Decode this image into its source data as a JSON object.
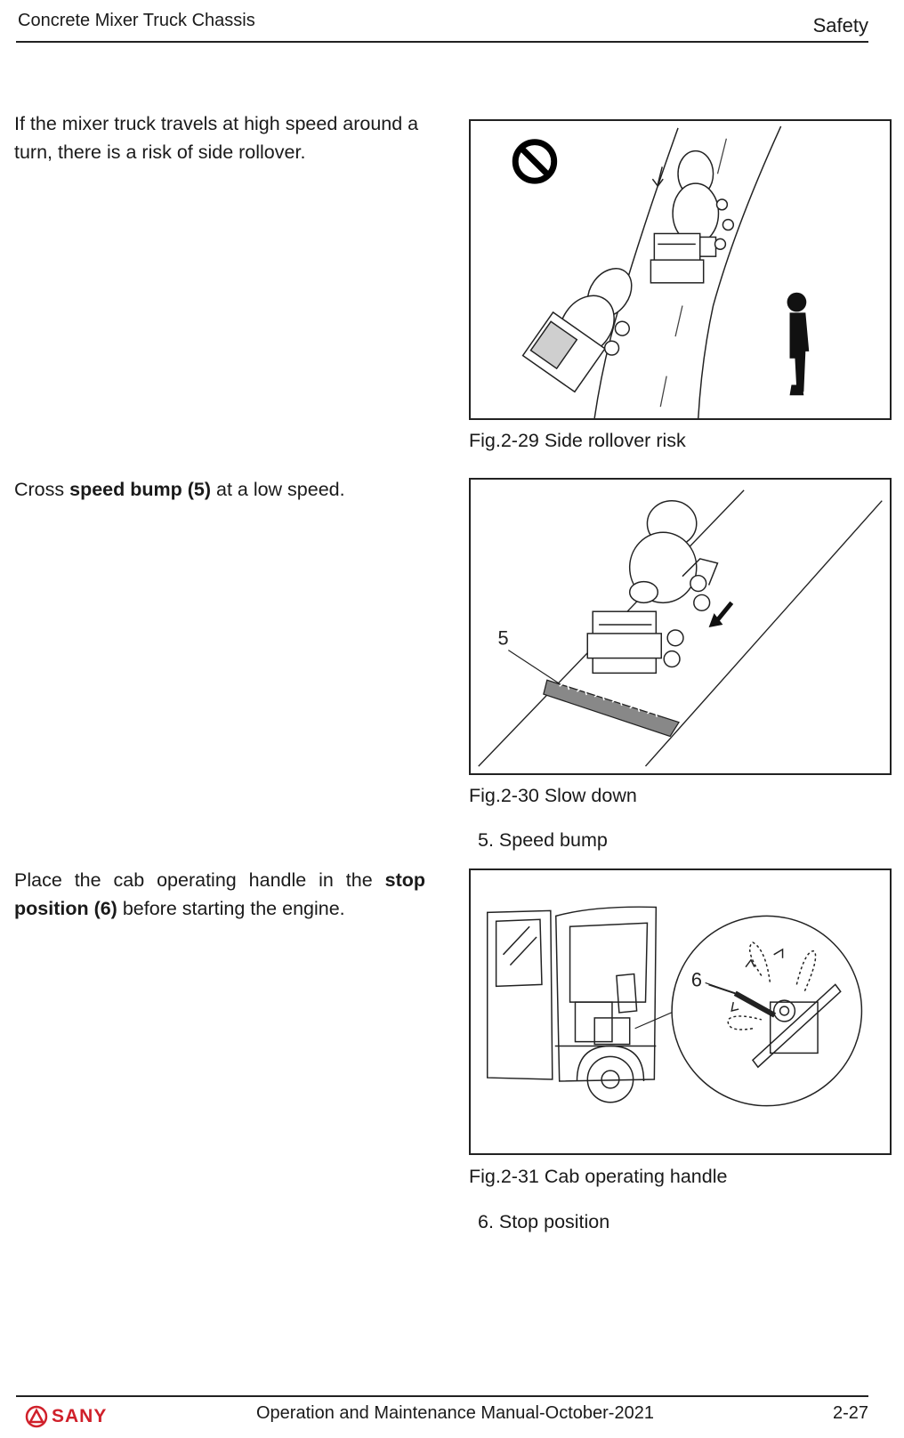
{
  "header": {
    "title": "Concrete Mixer Truck Chassis",
    "section": "Safety"
  },
  "sections": [
    {
      "text": "If the mixer truck travels at high speed around a turn, there is a risk of side rollover."
    },
    {
      "text_pre": "Cross ",
      "text_bold": "speed bump (5)",
      "text_post": " at a low speed."
    },
    {
      "text_pre": "Place the cab operating handle in the ",
      "text_bold": "stop position (6)",
      "text_post": " before starting the engine."
    }
  ],
  "figures": [
    {
      "caption": "Fig.2-29 Side rollover risk"
    },
    {
      "caption": "Fig.2-30 Slow down",
      "callout": "5",
      "legend": "5. Speed bump"
    },
    {
      "caption": "Fig.2-31 Cab operating handle",
      "callout": "6",
      "legend": "6. Stop position"
    }
  ],
  "footer": {
    "logo_text": "SANY",
    "manual": "Operation and Maintenance Manual-October-2021",
    "page": "2-27"
  },
  "colors": {
    "brand": "#d0202a"
  }
}
